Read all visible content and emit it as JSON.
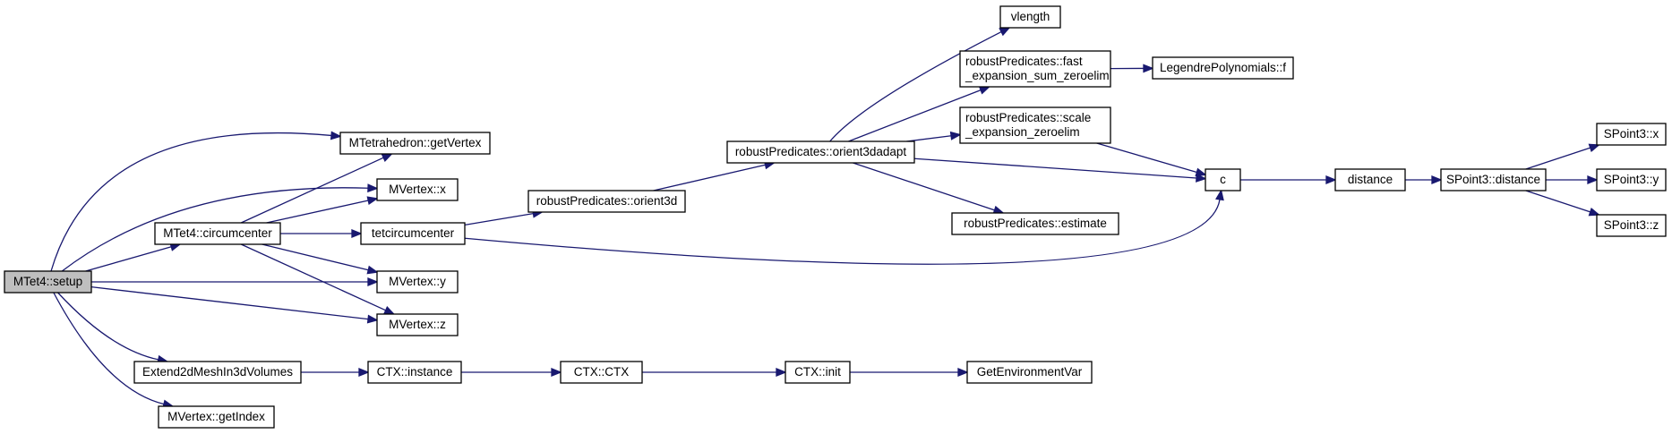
{
  "colors": {
    "node_fill": "#ffffff",
    "root_fill": "#bfbfbf",
    "node_border": "#000000",
    "edge": "#191970"
  },
  "nodes": {
    "setup": {
      "label": [
        "MTet4::setup"
      ],
      "root": true
    },
    "getVertex": {
      "label": [
        "MTetrahedron::getVertex"
      ]
    },
    "circumcenter": {
      "label": [
        "MTet4::circumcenter"
      ]
    },
    "mvx": {
      "label": [
        "MVertex::x"
      ]
    },
    "mvy": {
      "label": [
        "MVertex::y"
      ]
    },
    "mvz": {
      "label": [
        "MVertex::z"
      ]
    },
    "tetcirc": {
      "label": [
        "tetcircumcenter"
      ]
    },
    "extend": {
      "label": [
        "Extend2dMeshIn3dVolumes"
      ]
    },
    "getIndex": {
      "label": [
        "MVertex::getIndex"
      ]
    },
    "orient3d": {
      "label": [
        "robustPredicates::orient3d"
      ]
    },
    "orient3dadapt": {
      "label": [
        "robustPredicates::orient3dadapt"
      ]
    },
    "vlength": {
      "label": [
        "vlength"
      ]
    },
    "fastsum": {
      "label": [
        "robustPredicates::fast",
        "_expansion_sum_zeroelim"
      ]
    },
    "scale": {
      "label": [
        "robustPredicates::scale",
        "_expansion_zeroelim"
      ]
    },
    "estimate": {
      "label": [
        "robustPredicates::estimate"
      ]
    },
    "legendre": {
      "label": [
        "LegendrePolynomials::f"
      ]
    },
    "c": {
      "label": [
        "c"
      ]
    },
    "distance": {
      "label": [
        "distance"
      ]
    },
    "spdist": {
      "label": [
        "SPoint3::distance"
      ]
    },
    "spx": {
      "label": [
        "SPoint3::x"
      ]
    },
    "spy": {
      "label": [
        "SPoint3::y"
      ]
    },
    "spz": {
      "label": [
        "SPoint3::z"
      ]
    },
    "ctxinst": {
      "label": [
        "CTX::instance"
      ]
    },
    "ctxctx": {
      "label": [
        "CTX::CTX"
      ]
    },
    "ctxinit": {
      "label": [
        "CTX::init"
      ]
    },
    "getenv": {
      "label": [
        "GetEnvironmentVar"
      ]
    }
  },
  "edges": [
    [
      "setup",
      "getVertex"
    ],
    [
      "setup",
      "mvx"
    ],
    [
      "setup",
      "circumcenter"
    ],
    [
      "setup",
      "mvy"
    ],
    [
      "setup",
      "mvz"
    ],
    [
      "setup",
      "extend"
    ],
    [
      "setup",
      "getIndex"
    ],
    [
      "circumcenter",
      "getVertex"
    ],
    [
      "circumcenter",
      "mvx"
    ],
    [
      "circumcenter",
      "tetcirc"
    ],
    [
      "circumcenter",
      "mvy"
    ],
    [
      "circumcenter",
      "mvz"
    ],
    [
      "tetcirc",
      "orient3d"
    ],
    [
      "tetcirc",
      "c"
    ],
    [
      "orient3d",
      "orient3dadapt"
    ],
    [
      "orient3dadapt",
      "vlength"
    ],
    [
      "orient3dadapt",
      "fastsum"
    ],
    [
      "orient3dadapt",
      "scale"
    ],
    [
      "orient3dadapt",
      "c"
    ],
    [
      "orient3dadapt",
      "estimate"
    ],
    [
      "fastsum",
      "legendre"
    ],
    [
      "scale",
      "c"
    ],
    [
      "c",
      "distance"
    ],
    [
      "distance",
      "spdist"
    ],
    [
      "spdist",
      "spx"
    ],
    [
      "spdist",
      "spy"
    ],
    [
      "spdist",
      "spz"
    ],
    [
      "extend",
      "ctxinst"
    ],
    [
      "ctxinst",
      "ctxctx"
    ],
    [
      "ctxctx",
      "ctxinit"
    ],
    [
      "ctxinit",
      "getenv"
    ]
  ]
}
